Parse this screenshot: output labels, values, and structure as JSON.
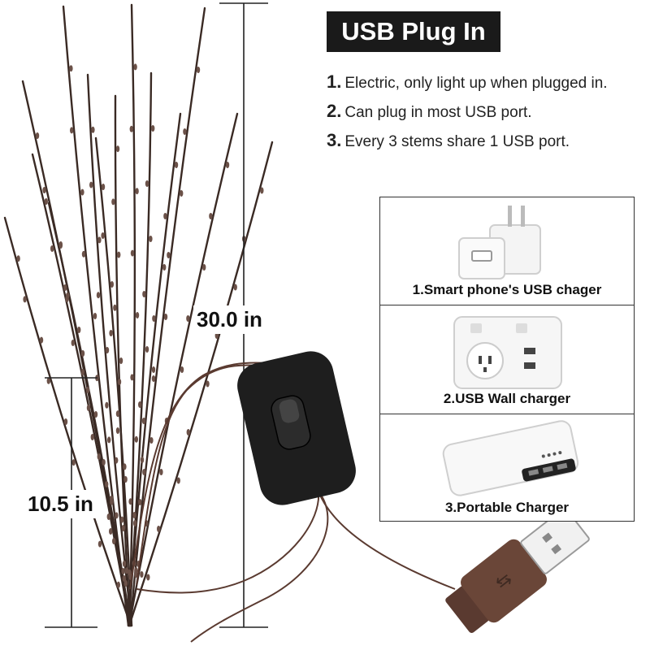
{
  "header": {
    "title": "USB Plug In"
  },
  "features": [
    {
      "num": "1.",
      "text": "Electric, only light up when plugged in."
    },
    {
      "num": "2.",
      "text": "Can plug in most USB port."
    },
    {
      "num": "3.",
      "text": "Every 3 stems share 1 USB port."
    }
  ],
  "dimensions": {
    "total_height": "30.0 in",
    "stem_height": "10.5 in"
  },
  "options": [
    {
      "label": "1.Smart phone's USB chager",
      "icon": "usb-phone-charger-icon"
    },
    {
      "label": "2.USB Wall charger",
      "icon": "usb-wall-socket-icon"
    },
    {
      "label": "3.Portable Charger",
      "icon": "power-bank-icon"
    }
  ],
  "colors": {
    "branch": "#3a2a24",
    "cable": "#5a3a30",
    "title_bg": "#1a1a1a",
    "switch": "#1e1e1e"
  }
}
